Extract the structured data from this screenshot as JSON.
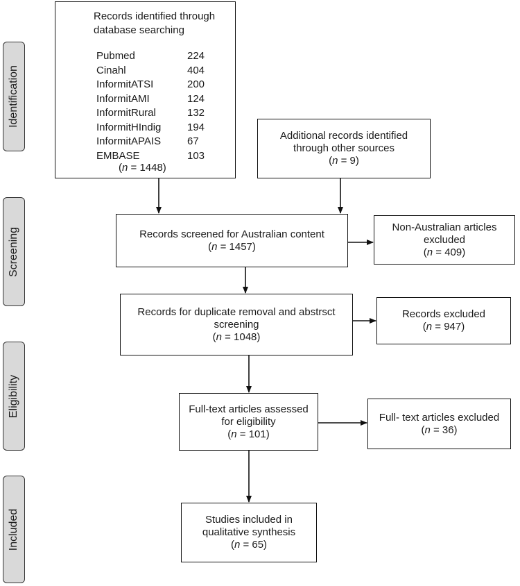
{
  "stages": {
    "identification": "Identification",
    "screening": "Screening",
    "eligibility": "Eligibility",
    "included": "Included"
  },
  "database_box": {
    "title_line1": "Records identified through",
    "title_line2": "database searching",
    "sources": [
      {
        "name": "Pubmed",
        "count": "224"
      },
      {
        "name": "Cinahl",
        "count": "404"
      },
      {
        "name": "InformitATSI",
        "count": "200"
      },
      {
        "name": "InformitAMI",
        "count": "124"
      },
      {
        "name": "InformitRural",
        "count": "132"
      },
      {
        "name": "InformitHIndig",
        "count": "194"
      },
      {
        "name": "InformitAPAIS",
        "count": "67"
      },
      {
        "name": "EMBASE",
        "count": "103"
      }
    ],
    "n_label": "n",
    "n_value": " = 1448)"
  },
  "other_sources_box": {
    "line1": "Additional records identified",
    "line2": "through other sources",
    "n_value": " = 9)"
  },
  "screened_box": {
    "line1": "Records screened for Australian content",
    "n_value": " = 1457)"
  },
  "non_australian_box": {
    "line1": "Non-Australian articles",
    "line2": "excluded",
    "n_value": " = 409)"
  },
  "duplicate_box": {
    "line1": "Records for duplicate removal and abstrsct",
    "line2": "screening",
    "n_value": " = 1048)"
  },
  "records_excluded_box": {
    "line1": "Records excluded",
    "n_value": " = 947)"
  },
  "fulltext_box": {
    "line1": "Full-text articles assessed",
    "line2": "for eligibility",
    "n_value": " = 101)"
  },
  "fulltext_excluded_box": {
    "line1": "Full- text articles excluded",
    "n_value": " = 36)"
  },
  "included_box": {
    "line1": "Studies included in",
    "line2": "qualitative synthesis",
    "n_value": " = 65)"
  }
}
